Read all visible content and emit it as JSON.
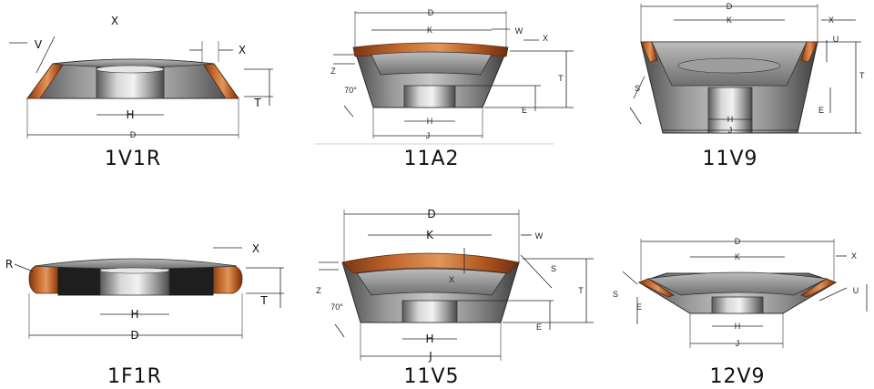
{
  "diagrams": [
    {
      "id": "1v1r",
      "caption": "1V1R",
      "labels": {
        "x_top": "X",
        "v": "V",
        "x_side": "X",
        "t": "T",
        "h": "H",
        "d": "D"
      }
    },
    {
      "id": "11a2",
      "caption": "11A2",
      "labels": {
        "d": "D",
        "w": "W",
        "k": "K",
        "x": "X",
        "z": "Z",
        "angle": "70°",
        "t": "T",
        "e": "E",
        "h": "H",
        "j": "J"
      }
    },
    {
      "id": "11v9",
      "caption": "11V9",
      "labels": {
        "d": "D",
        "k": "K",
        "x": "X",
        "u": "U",
        "t": "T",
        "s": "S",
        "e": "E",
        "h": "H",
        "j": "J"
      }
    },
    {
      "id": "1f1r",
      "caption": "1F1R",
      "labels": {
        "r": "R",
        "x": "X",
        "t": "T",
        "h": "H",
        "d": "D"
      }
    },
    {
      "id": "11v5",
      "caption": "11V5",
      "labels": {
        "d": "D",
        "w": "W",
        "k": "K",
        "z": "Z",
        "x": "X",
        "s": "S",
        "angle": "70°",
        "t": "T",
        "e": "E",
        "h": "H",
        "j": "J"
      }
    },
    {
      "id": "12v9",
      "caption": "12V9",
      "labels": {
        "d": "D",
        "k": "K",
        "x": "X",
        "s": "S",
        "u": "U",
        "e": "E",
        "h": "H",
        "j": "J"
      }
    }
  ],
  "colors": {
    "bond_rim": "#b35d27",
    "steel_body": "#8a8a8a",
    "background": "#ffffff"
  }
}
